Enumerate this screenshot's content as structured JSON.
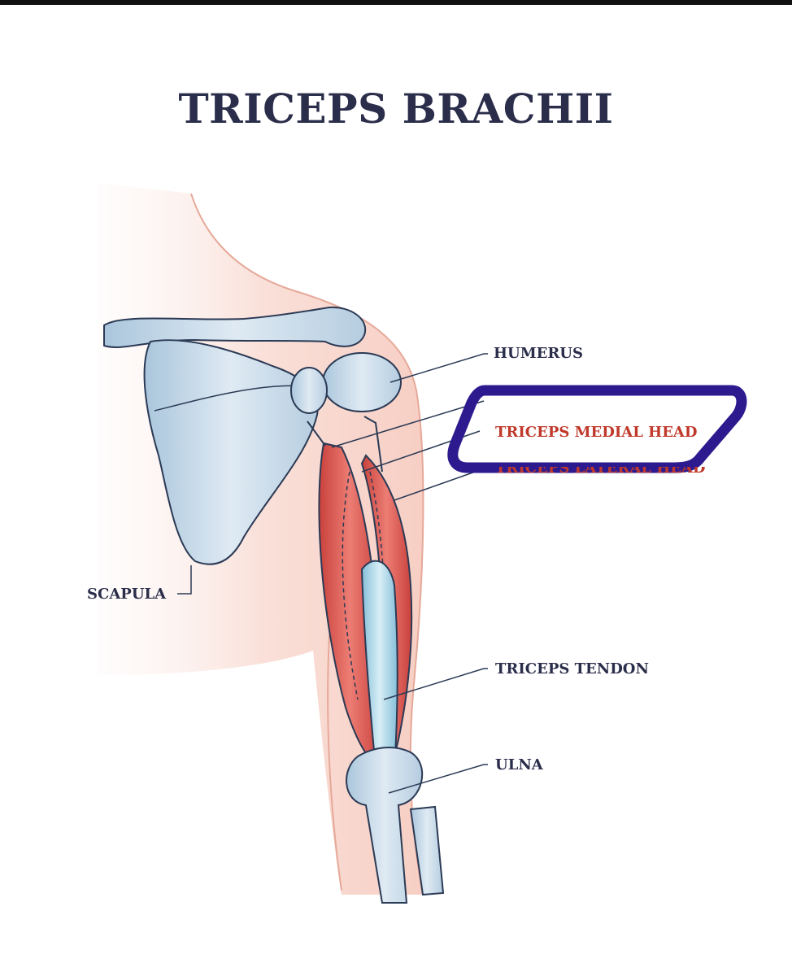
{
  "title": "TRICEPS BRACHII",
  "labels": {
    "humerus": "HUMERUS",
    "medial_head": "TRICEPS MEDIAL HEAD",
    "lateral_head": "TRICEPS LATERAL HEAD",
    "scapula": "SCAPULA",
    "tendon": "TRICEPS TENDON",
    "ulna": "ULNA"
  },
  "colors": {
    "title": "#2b2e4a",
    "label_dark": "#2b2e4a",
    "label_red": "#c0392b",
    "highlight_marker": "#2e1a8f",
    "skin": "#f7d9d2",
    "bone": "#c9dbea",
    "muscle": "#d9534f",
    "tendon": "#a9d4e6"
  }
}
